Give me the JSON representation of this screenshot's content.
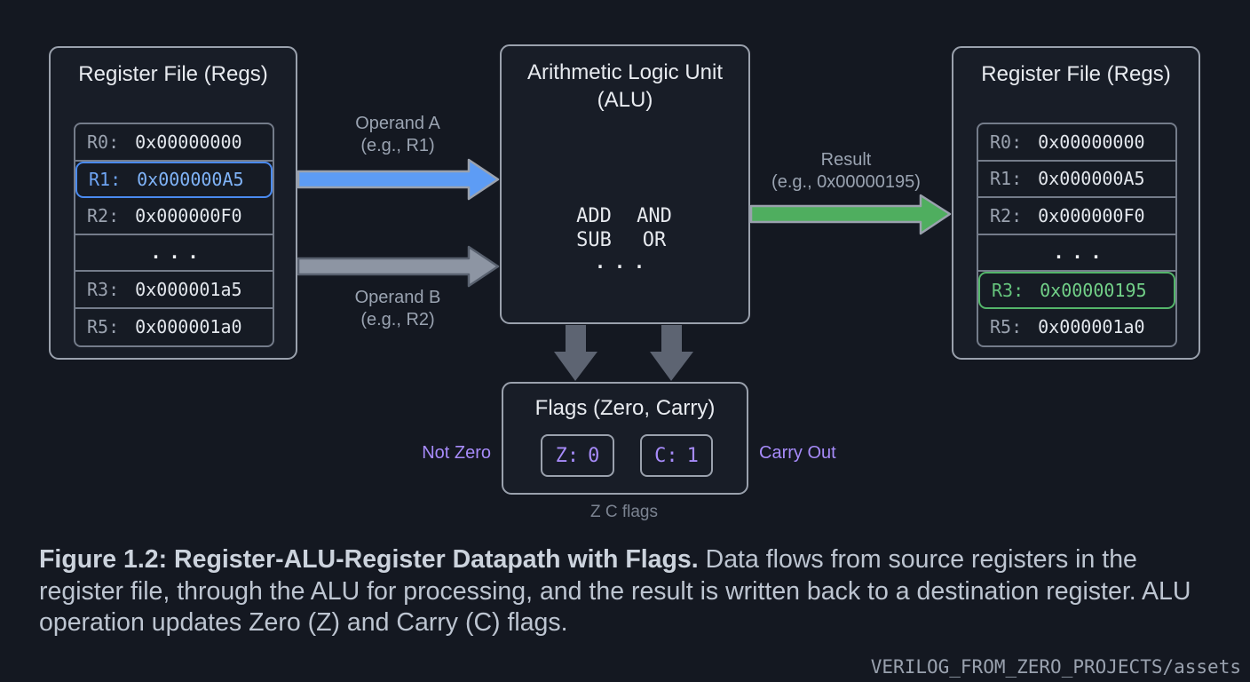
{
  "left_register_file": {
    "title": "Register File (Regs)",
    "rows": [
      {
        "name": "R0:",
        "value": "0x00000000"
      },
      {
        "name": "R1:",
        "value": "0x000000A5",
        "highlight": "blue"
      },
      {
        "name": "R2:",
        "value": "0x000000F0"
      },
      {
        "ellipsis": "..."
      },
      {
        "name": "R3:",
        "value": "0x000001a5"
      },
      {
        "name": "R5:",
        "value": "0x000001a0"
      }
    ]
  },
  "alu": {
    "title_line1": "Arithmetic Logic Unit",
    "title_line2": "(ALU)",
    "ops": [
      "ADD",
      "AND",
      "SUB",
      "OR"
    ],
    "ops_ellipsis": "..."
  },
  "right_register_file": {
    "title": "Register File (Regs)",
    "rows": [
      {
        "name": "R0:",
        "value": "0x00000000"
      },
      {
        "name": "R1:",
        "value": "0x000000A5"
      },
      {
        "name": "R2:",
        "value": "0x000000F0"
      },
      {
        "ellipsis": "..."
      },
      {
        "name": "R3:",
        "value": "0x00000195",
        "highlight": "green"
      },
      {
        "name": "R5:",
        "value": "0x000001a0"
      }
    ]
  },
  "arrows": {
    "operand_a": {
      "label_line1": "Operand A",
      "label_line2": "(e.g., R1)"
    },
    "operand_b": {
      "label_line1": "Operand B",
      "label_line2": "(e.g., R2)"
    },
    "result": {
      "label_line1": "Result",
      "label_line2": "(e.g., 0x00000195)"
    }
  },
  "flags": {
    "title": "Flags (Zero, Carry)",
    "zero": {
      "label": "Z:",
      "value": "0"
    },
    "carry": {
      "label": "C:",
      "value": "1"
    },
    "left_label": "Not Zero",
    "right_label": "Carry Out",
    "caption": "Z C flags"
  },
  "caption": {
    "bold": "Figure 1.2: Register-ALU-Register Datapath with Flags.",
    "text": " Data flows from source registers in the register file, through the ALU for processing, and the result is written back to a destination register. ALU operation updates Zero (Z) and Carry (C) flags."
  },
  "watermark": "VERILOG_FROM_ZERO_PROJECTS/assets",
  "colors": {
    "operand_a_arrow": "#5d9cf5",
    "operand_b_arrow": "#8d95a3",
    "result_arrow": "#4fae5f",
    "flag_accent": "#a78bfa",
    "blue_highlight": "#4a8af0",
    "green_highlight": "#54b56a",
    "down_arrow": "#5d6472"
  }
}
